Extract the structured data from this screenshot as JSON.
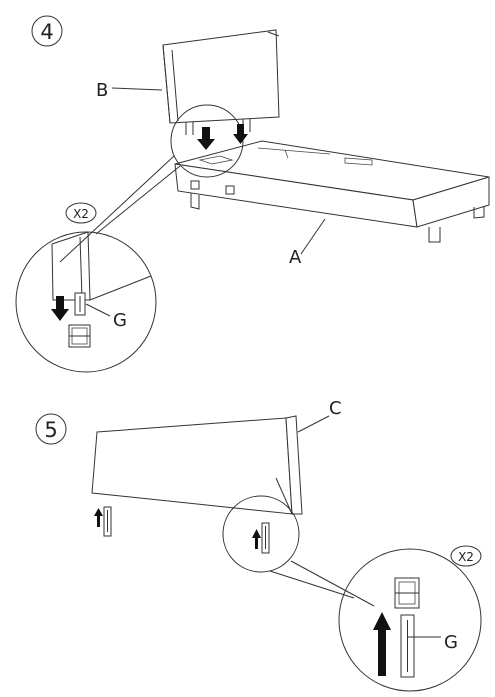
{
  "steps": [
    {
      "number": "4",
      "quantity": "X2",
      "labels": {
        "headboard": "B",
        "bed_base": "A",
        "bracket": "G"
      }
    },
    {
      "number": "5",
      "quantity": "X2",
      "labels": {
        "panel": "C",
        "bracket": "G"
      }
    }
  ],
  "colors": {
    "line": "#333333",
    "arrow": "#111111",
    "background": "#ffffff"
  }
}
